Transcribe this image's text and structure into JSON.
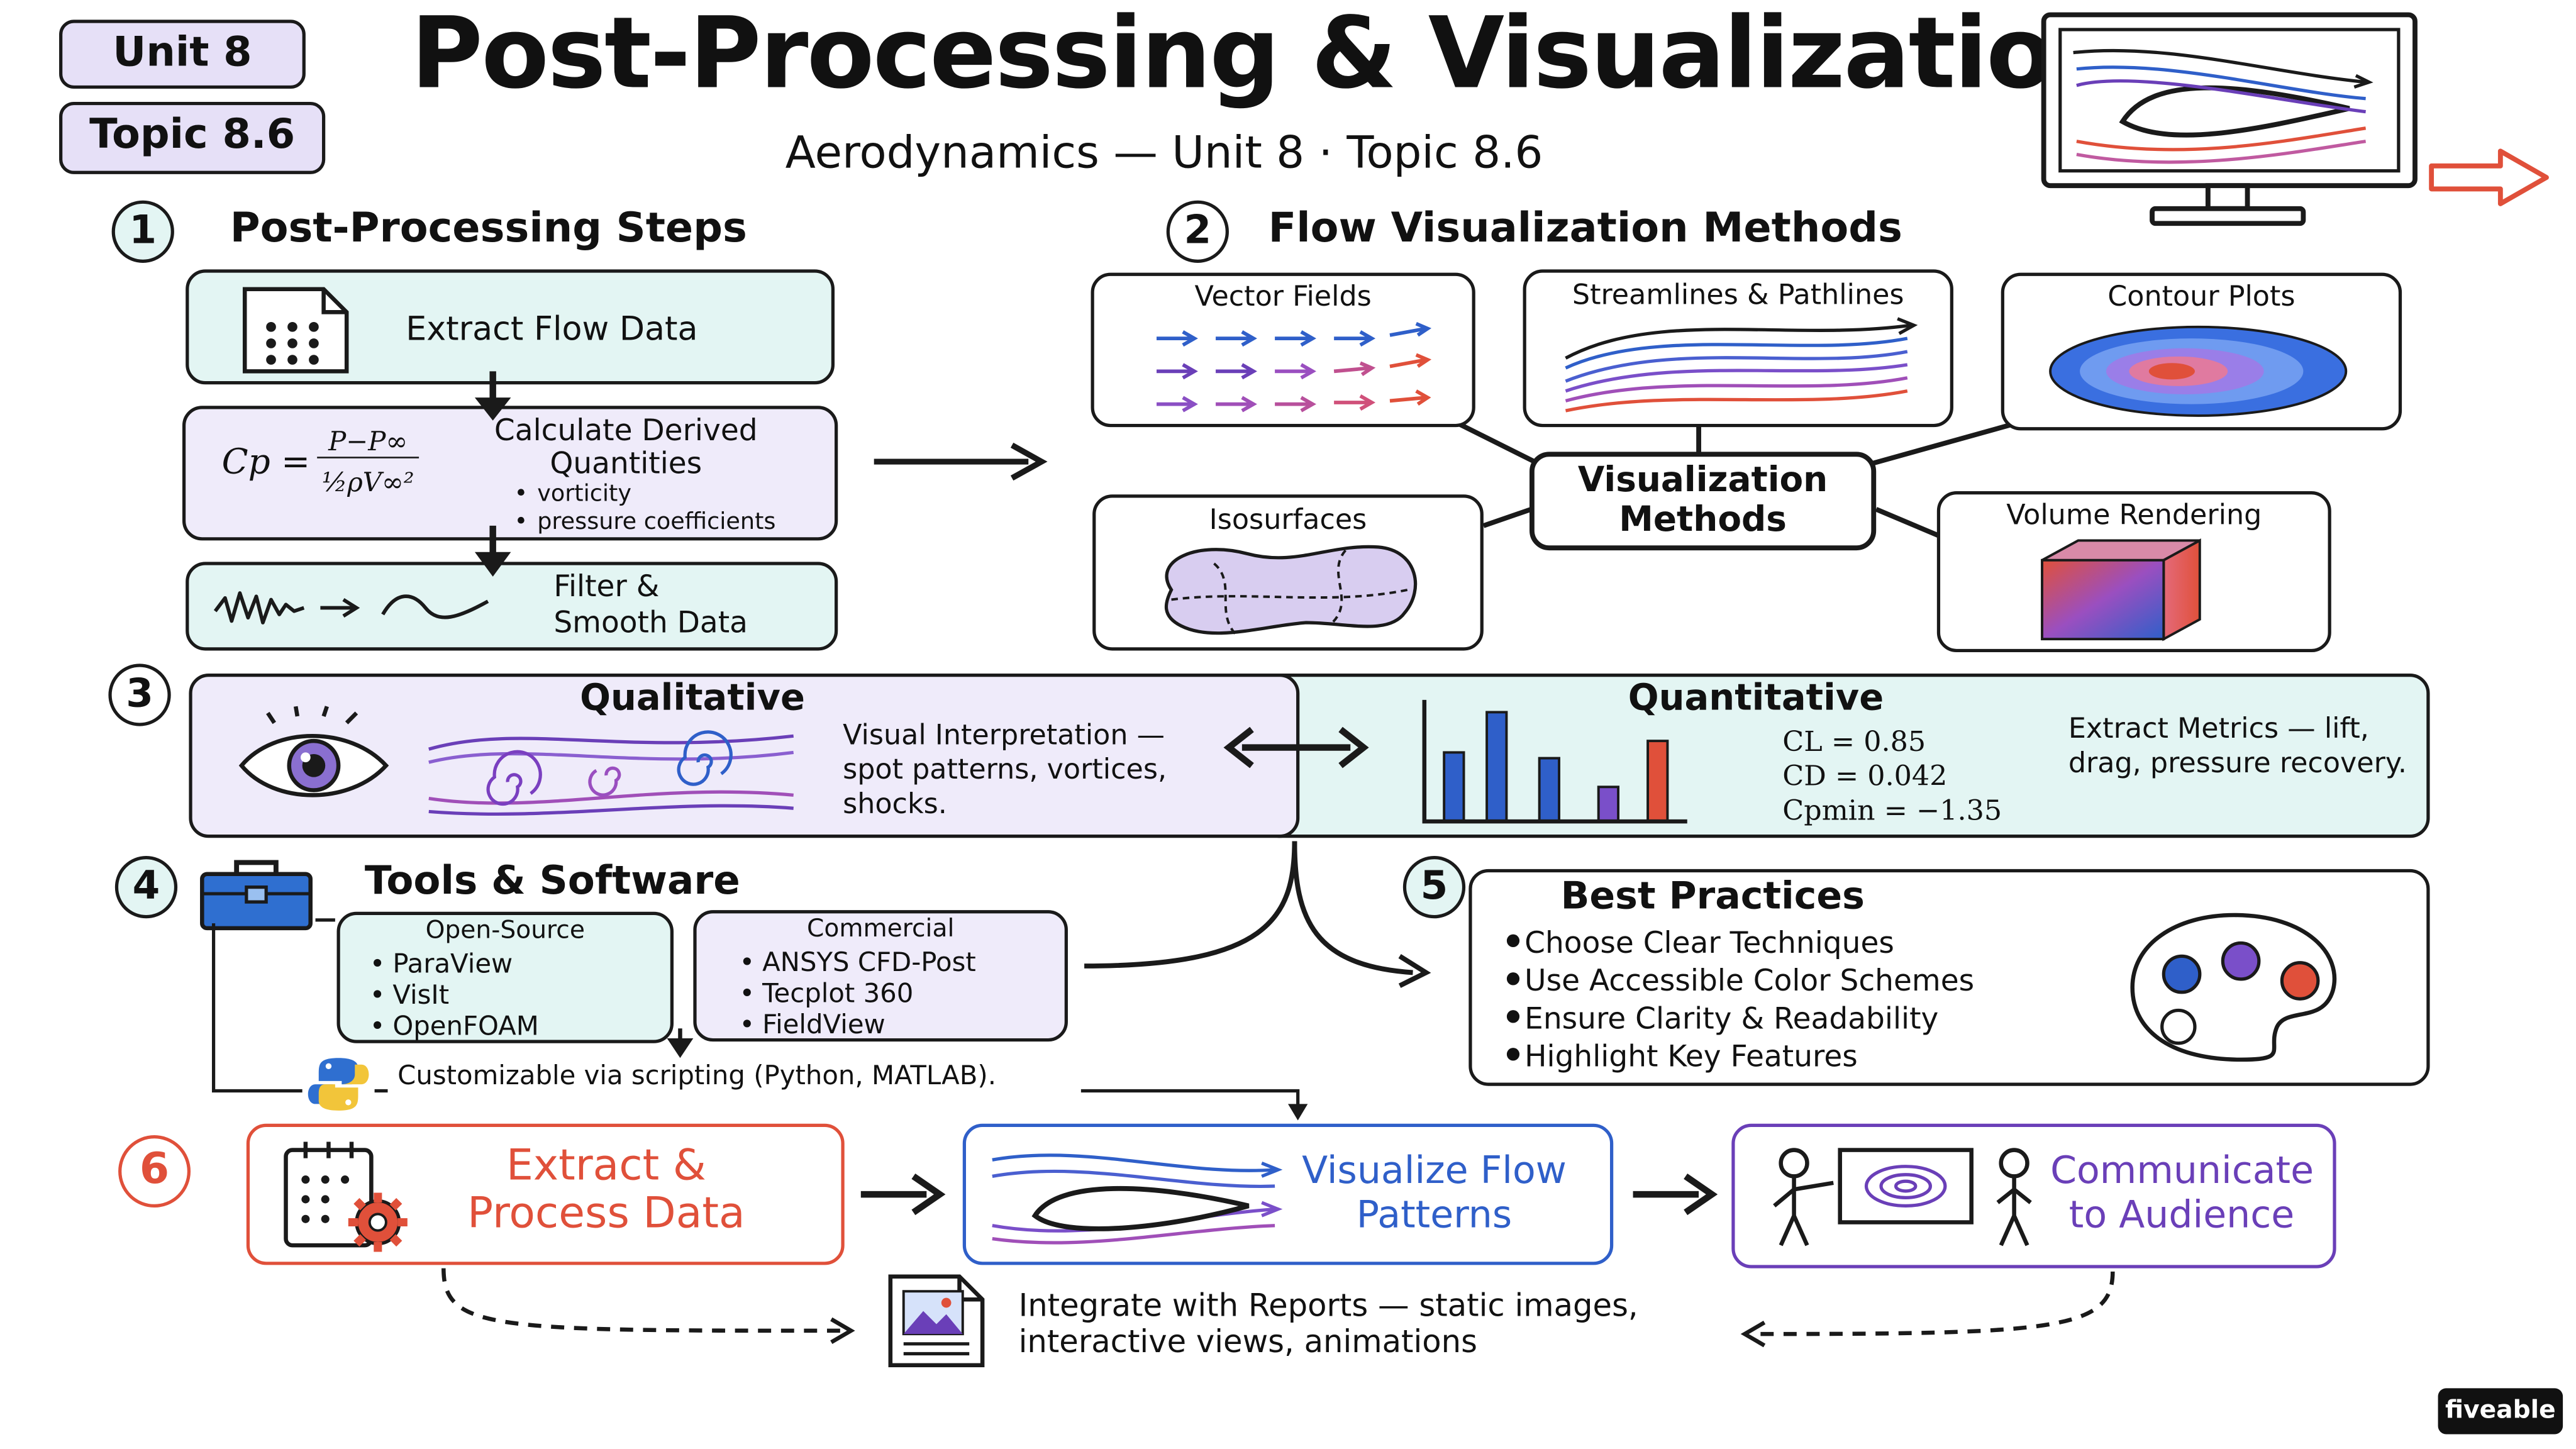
{
  "header": {
    "unit_badge": "Unit 8",
    "topic_badge": "Topic 8.6",
    "title": "Post-Processing & Visualization",
    "subtitle": "Aerodynamics — Unit 8 · Topic 8.6"
  },
  "section1": {
    "number": "1",
    "title": "Post-Processing Steps",
    "extract": "Extract Flow Data",
    "formula": {
      "lhs": "Cp =",
      "numerator": "P−P∞",
      "denominator": "½ρV∞²"
    },
    "derived_title": "Calculate Derived Quantities",
    "derived_items": [
      "vorticity",
      "pressure coefficients"
    ],
    "filter": "Filter & Smooth Data"
  },
  "section2": {
    "number": "2",
    "title": "Flow Visualization Methods",
    "center": "Visualization Methods",
    "methods": [
      "Vector Fields",
      "Streamlines & Pathlines",
      "Contour Plots",
      "Isosurfaces",
      "Volume Rendering"
    ]
  },
  "section3": {
    "number": "3",
    "qualitative_title": "Qualitative",
    "qualitative_text": "Visual Interpretation — spot patterns, vortices, shocks.",
    "quantitative_title": "Quantitative",
    "metrics": [
      "CL = 0.85",
      "CD = 0.042",
      "Cpmin = −1.35"
    ],
    "quantitative_text": "Extract Metrics — lift, drag, pressure recovery.",
    "bar_values": [
      0.6,
      0.95,
      0.55,
      0.3,
      0.7
    ],
    "bar_colors": [
      "#2f5fc9",
      "#2f5fc9",
      "#2f5fc9",
      "#7a4fc9",
      "#e0503a"
    ]
  },
  "section4": {
    "number": "4",
    "title": "Tools & Software",
    "open_source_title": "Open-Source",
    "open_source": [
      "ParaView",
      "VisIt",
      "OpenFOAM"
    ],
    "commercial_title": "Commercial",
    "commercial": [
      "ANSYS CFD-Post",
      "Tecplot 360",
      "FieldView"
    ],
    "scripting": "Customizable via scripting (Python, MATLAB)."
  },
  "section5": {
    "number": "5",
    "title": "Best Practices",
    "items": [
      "Choose Clear Techniques",
      "Use Accessible Color Schemes",
      "Ensure Clarity & Readability",
      "Highlight Key Features"
    ]
  },
  "section6": {
    "number": "6",
    "step1": "Extract & Process Data",
    "step2": "Visualize Flow Patterns",
    "step3": "Communicate to Audience",
    "reports": "Integrate with Reports — static images, interactive views, animations"
  },
  "footer": {
    "brand": "fiveable"
  },
  "colors": {
    "blue": "#2f5fc9",
    "purple": "#6a3fb8",
    "orange": "#e0503a",
    "mint": "#e3f5f3",
    "lavender": "#efebfa"
  },
  "icons": [
    "document-grid-icon",
    "monitor-airfoil-icon",
    "eye-icon",
    "toolbox-icon",
    "python-icon",
    "palette-icon",
    "calendar-gear-icon",
    "presenter-icon",
    "report-image-icon",
    "arrow-right-outline-icon"
  ]
}
